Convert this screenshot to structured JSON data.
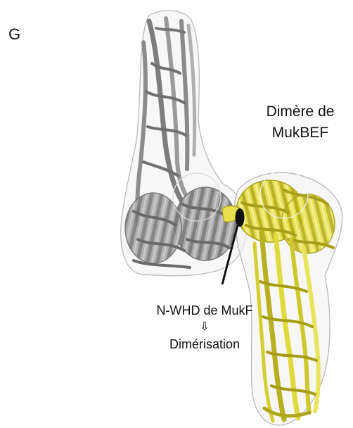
{
  "panel_letter": "G",
  "title_line1": "Dimère de",
  "title_line2": "MukBEF",
  "note_line1": "N-WHD de MukF",
  "note_arrow": "⇩",
  "note_line2": "Dimérisation",
  "colors": {
    "gray_monomer": "#8c8c8c",
    "yellow_monomer": "#e2dc3a",
    "outline": "#b9b9b9",
    "marker": "#111111"
  }
}
